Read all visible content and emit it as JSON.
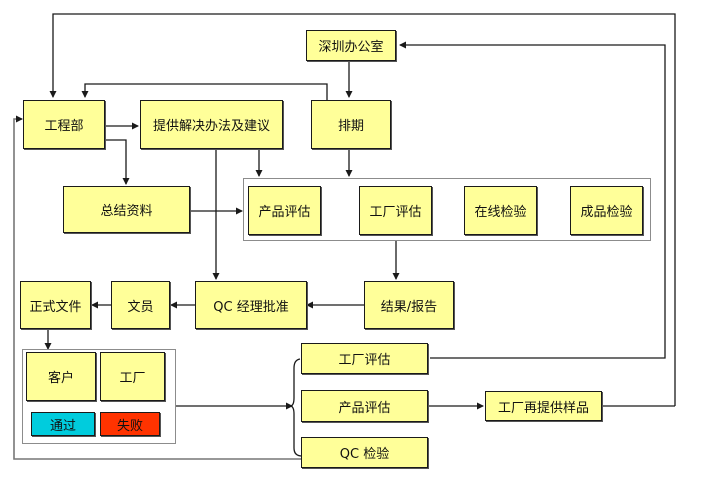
{
  "colors": {
    "box_fill": "#ffff99",
    "pass_fill": "#00ccdd",
    "fail_fill": "#ff3300",
    "line": "#1a1a1a",
    "group_border": "#8c8c8c"
  },
  "nodes": {
    "shenzhen_office": "深圳办公室",
    "engineering": "工程部",
    "provide_solution": "提供解决办法及建议",
    "schedule": "排期",
    "summary_docs": "总结资料",
    "product_eval": "产品评估",
    "factory_eval": "工厂评估",
    "inline_inspection": "在线检验",
    "final_inspection": "成品检验",
    "results_report": "结果/报告",
    "qc_manager_approval": "QC 经理批准",
    "clerk": "文员",
    "formal_document": "正式文件",
    "customer": "客户",
    "factory": "工厂",
    "pass": "通过",
    "fail": "失败",
    "factory_eval_2": "工厂评估",
    "product_eval_2": "产品评估",
    "qc_inspection": "QC 检验",
    "factory_resample": "工厂再提供样品"
  }
}
